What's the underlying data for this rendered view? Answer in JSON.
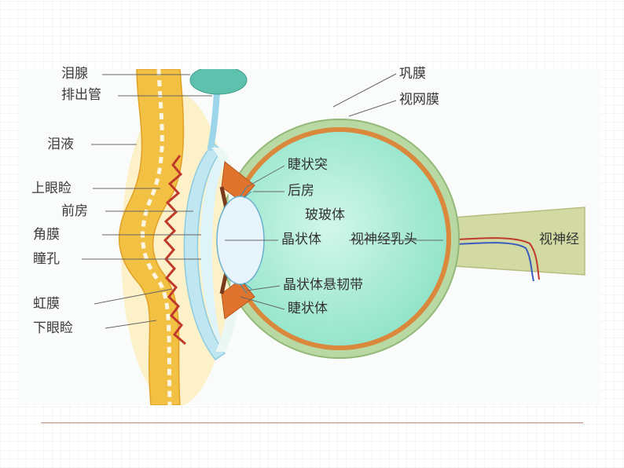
{
  "labels": {
    "lacrimal_gland": "泪腺",
    "drainage_duct": "排出管",
    "tears": "泪液",
    "upper_eyelid": "上眼睑",
    "anterior_chamber": "前房",
    "cornea": "角膜",
    "pupil": "瞳孔",
    "iris": "虹膜",
    "lower_eyelid": "下眼睑",
    "sclera": "巩膜",
    "retina": "视网膜",
    "ciliary_process": "睫状突",
    "posterior_chamber": "后房",
    "vitreous_body": "玻玻体",
    "lens": "晶状体",
    "optic_disc": "视神经乳头",
    "optic_nerve": "视神经",
    "zonule": "晶状体悬韧带",
    "ciliary_body": "睫状体"
  },
  "colors": {
    "vitreous": "#a6ecd6",
    "sclera": "#b9d9a4",
    "retina": "#d9883c",
    "eyelid": "#f4c242",
    "cornea": "#bfe6f1",
    "gland": "#5ec1ae",
    "nerve": "#d3d9a2",
    "rule": "#c08a7a"
  }
}
